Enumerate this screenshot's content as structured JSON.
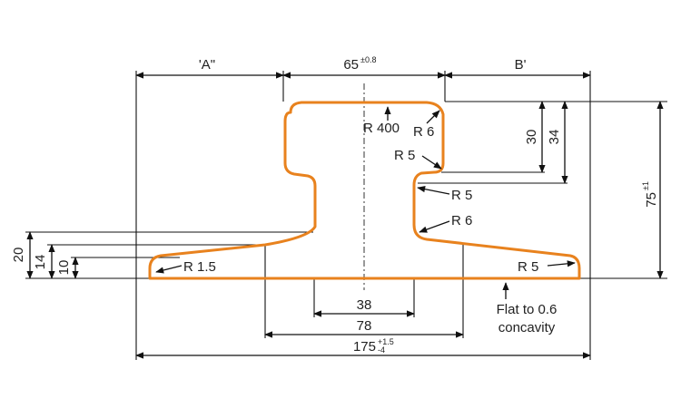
{
  "drawing": {
    "profile_color": "#e8821e",
    "line_color": "#111111",
    "dimensions": {
      "zone_a": "'A\"",
      "zone_b": "B'",
      "head_width": "65",
      "head_width_tol": "±0.8",
      "total_height": "75",
      "total_height_tol": "±1",
      "head_depth_30": "30",
      "head_depth_34": "34",
      "web_width": "38",
      "web_base_width": "78",
      "base_width": "175",
      "base_width_tol_upper": "+1.5",
      "base_width_tol_lower": "-4",
      "base_height_20": "20",
      "base_height_14": "14",
      "base_height_10": "10"
    },
    "radii": {
      "head_top": "R 400",
      "head_corner": "R 6",
      "head_under": "R 5",
      "web_upper": "R 5",
      "web_lower": "R 6",
      "base_left_tip": "R 1.5",
      "base_right_tip": "R 5"
    },
    "notes": {
      "flat_line1": "Flat to 0.6",
      "flat_line2": "concavity"
    }
  }
}
